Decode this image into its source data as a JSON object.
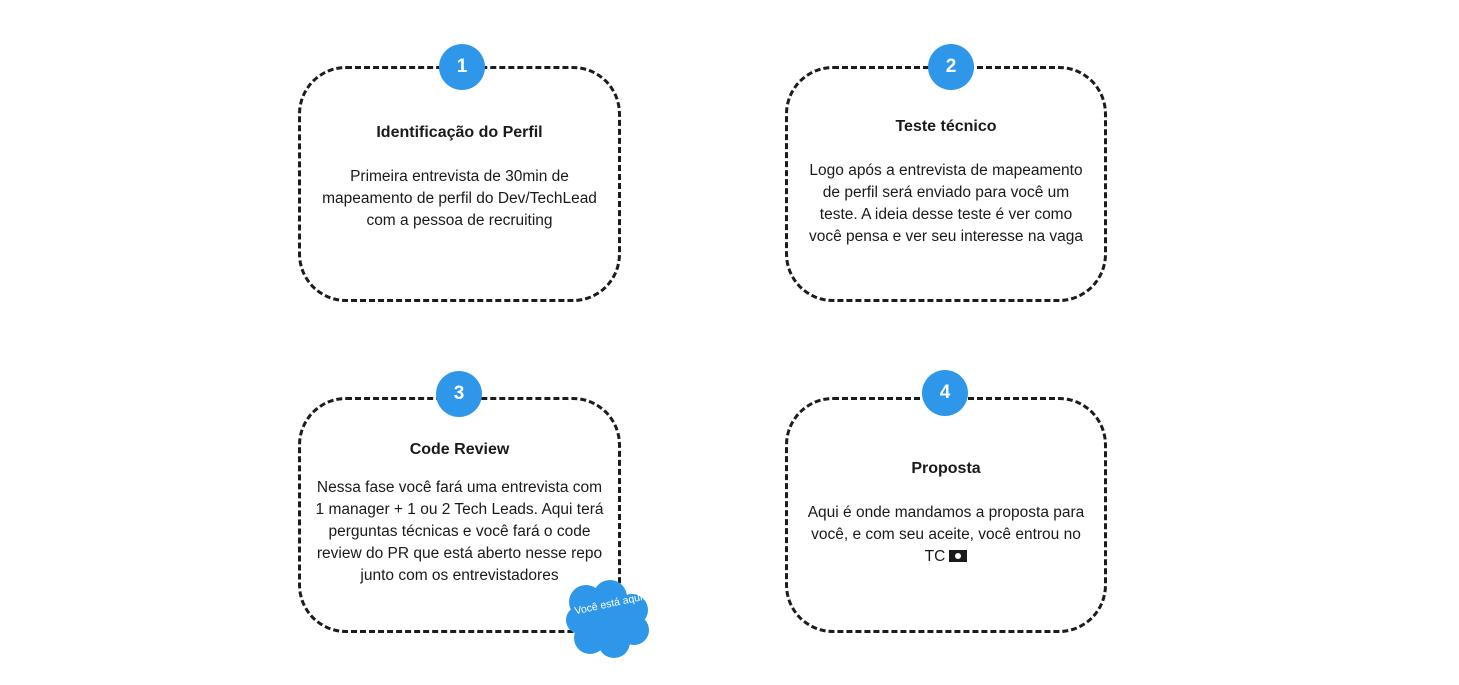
{
  "steps": [
    {
      "number": "1",
      "title": "Identificação do Perfil",
      "description": "Primeira entrevista de 30min de mapeamento de perfil do Dev/TechLead com a pessoa de recruiting"
    },
    {
      "number": "2",
      "title": "Teste técnico",
      "description": "Logo após a entrevista de mapeamento de perfil será enviado para você um teste. A ideia desse teste é ver como você pensa e ver seu interesse na vaga"
    },
    {
      "number": "3",
      "title": "Code Review",
      "description": "Nessa fase você fará uma entrevista com 1 manager + 1 ou 2 Tech Leads. Aqui terá perguntas técnicas e você fará o code review do PR que está aberto nesse repo junto com os entrevistadores"
    },
    {
      "number": "4",
      "title": "Proposta",
      "description": "Aqui é onde mandamos a proposta para você, e com seu aceite, você entrou no TC"
    }
  ],
  "marker": {
    "text": "Você está aqui!"
  },
  "icons": {
    "proposal_flag": "pirate-flag-icon"
  },
  "colors": {
    "accent": "#2f97ea",
    "border": "#1c1c1c",
    "text": "#1a1a1a"
  }
}
